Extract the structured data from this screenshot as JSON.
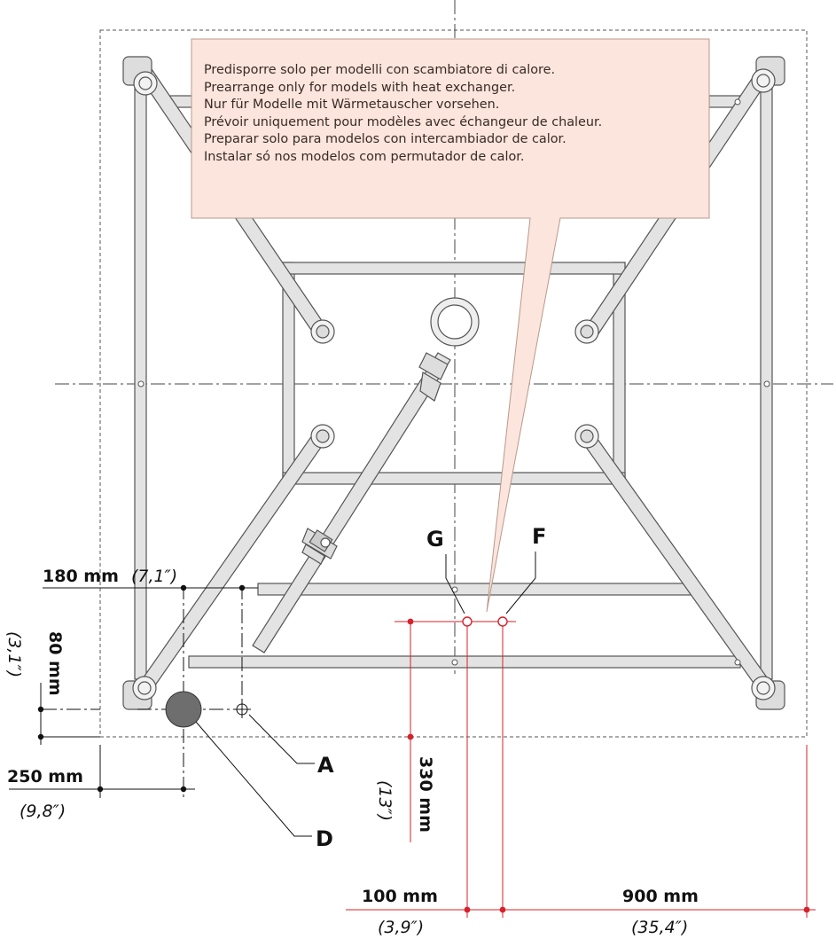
{
  "note": {
    "lines": [
      "Predisporre solo per modelli  con scambiatore di calore.",
      "Prearrange only for models with heat exchanger.",
      "Nur für Modelle mit Wärmetauscher vorsehen.",
      "Prévoir uniquement pour modèles avec échangeur de chaleur.",
      "Preparar solo para modelos con intercambiador de calor.",
      "Instalar só nos modelos com permutador de calor."
    ],
    "fill": "#fbe5dc",
    "border": "#b8998c"
  },
  "points": {
    "G": "G",
    "F": "F",
    "A": "A",
    "D": "D"
  },
  "dimensions": {
    "d180": {
      "value": "180 mm",
      "inch": "(7,1″)"
    },
    "d80": {
      "value": "80 mm",
      "inch": "(3,1″)"
    },
    "d250": {
      "value": "250 mm",
      "inch": "(9,8″)"
    },
    "d330": {
      "value": "330 mm",
      "inch": "(13″)"
    },
    "d100": {
      "value": "100 mm",
      "inch": "(3,9″)"
    },
    "d900": {
      "value": "900 mm",
      "inch": "(35,4″)"
    }
  },
  "colors": {
    "dimension_red": "#d7212b",
    "frame_stroke": "#555555",
    "frame_fill": "#e3e3e3",
    "drain_fill": "#6e6e6e"
  }
}
